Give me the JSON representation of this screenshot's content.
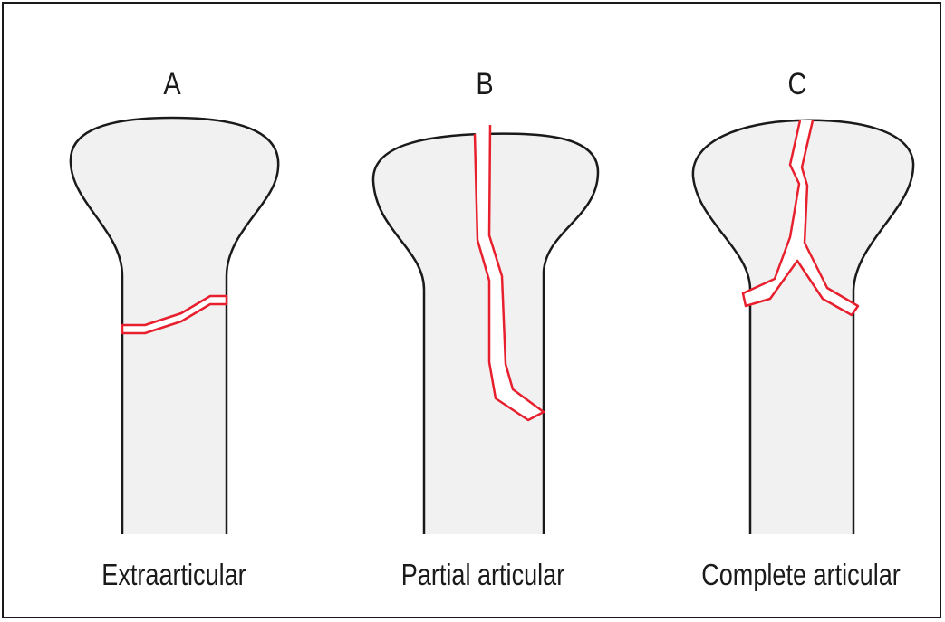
{
  "panels": [
    {
      "letter": "A",
      "caption": "Extraarticular"
    },
    {
      "letter": "B",
      "caption": "Partial articular"
    },
    {
      "letter": "C",
      "caption": "Complete articular"
    }
  ],
  "colors": {
    "bone_fill": "#f1f1f1",
    "bone_outline": "#1a1a1a",
    "fracture_line": "#e8202e"
  }
}
